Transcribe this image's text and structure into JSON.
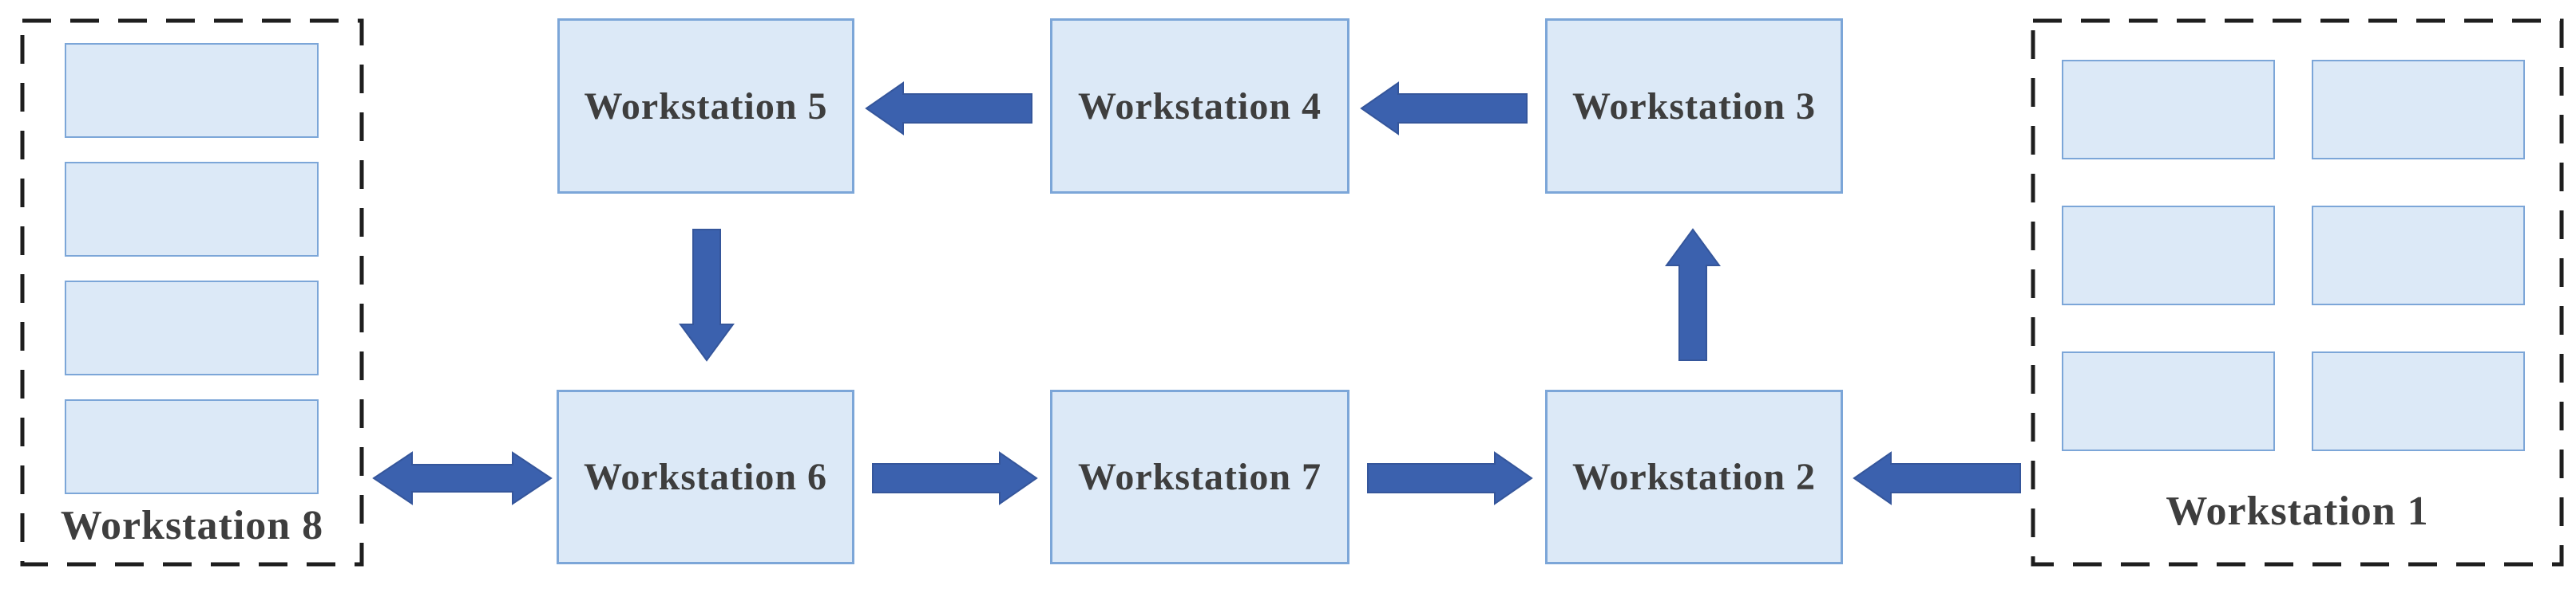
{
  "stations": [
    {
      "id": "ws5",
      "label": "Workstation 5"
    },
    {
      "id": "ws4",
      "label": "Workstation 4"
    },
    {
      "id": "ws3",
      "label": "Workstation 3"
    },
    {
      "id": "ws6",
      "label": "Workstation 6"
    },
    {
      "id": "ws7",
      "label": "Workstation 7"
    },
    {
      "id": "ws2",
      "label": "Workstation 2"
    }
  ],
  "groups": [
    {
      "id": "ws8",
      "label": "Workstation 8",
      "slot_count": 4
    },
    {
      "id": "ws1",
      "label": "Workstation 1",
      "slot_count": 6
    }
  ],
  "connections": [
    {
      "from": "Workstation 4",
      "to": "Workstation 5",
      "bidirectional": false
    },
    {
      "from": "Workstation 3",
      "to": "Workstation 4",
      "bidirectional": false
    },
    {
      "from": "Workstation 5",
      "to": "Workstation 6",
      "bidirectional": false
    },
    {
      "from": "Workstation 8",
      "to": "Workstation 6",
      "bidirectional": true
    },
    {
      "from": "Workstation 6",
      "to": "Workstation 7",
      "bidirectional": false
    },
    {
      "from": "Workstation 7",
      "to": "Workstation 2",
      "bidirectional": false
    },
    {
      "from": "Workstation 2",
      "to": "Workstation 3",
      "bidirectional": false
    },
    {
      "from": "Workstation 1",
      "to": "Workstation 2",
      "bidirectional": false
    }
  ],
  "colors": {
    "box_fill": "#dce9f7",
    "box_border": "#7ca6d8",
    "arrow": "#3b61ae",
    "label_text": "#3e3e3e",
    "dashed_border": "#1e1e1e"
  }
}
